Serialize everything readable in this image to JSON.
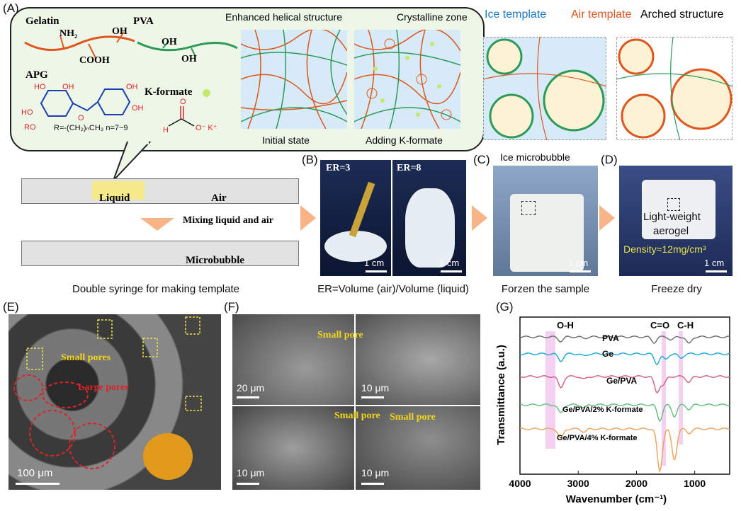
{
  "panels": {
    "a": "(A)",
    "b": "(B)",
    "c": "(C)",
    "d": "(D)",
    "e": "(E)",
    "f": "(F)",
    "g": "(G)"
  },
  "panelA": {
    "gelatin": "Gelatin",
    "nh2": "NH₂",
    "oh1": "OH",
    "cooh": "COOH",
    "pva": "PVA",
    "oh2": "OH",
    "oh3": "OH",
    "apg": "APG",
    "apg_formula": "R=-(CH₂)ₙCH₃  n=7~9",
    "ro": "RO",
    "kformate": "K-formate",
    "k_plus": "O⁻ K⁺",
    "h": "H",
    "o": "O",
    "enhanced": "Enhanced helical structure",
    "crystalline": "Crystalline zone",
    "initial": "Initial state",
    "adding": "Adding K-formate",
    "liquid": "Liquid",
    "air": "Air",
    "mixing": "Mixing liquid and air",
    "microbubble": "Microbubble",
    "double_syringe": "Double syringe for making template"
  },
  "panelTop": {
    "ice_template": "Ice template",
    "air_template": "Air template",
    "arched": "Arched structure"
  },
  "panelB": {
    "er3": "ER=3",
    "er8": "ER=8",
    "scale1": "1 cm",
    "scale2": "1 cm",
    "caption": "ER=Volume (air)/Volume (liquid)"
  },
  "panelC": {
    "ice_micro": "Ice microbubble",
    "scale": "1 cm",
    "caption": "Forzen the sample"
  },
  "panelD": {
    "lw1": "Light-weight",
    "lw2": "aerogel",
    "density": "Density≈12mg/cm³",
    "scale": "1 cm",
    "caption": "Freeze dry"
  },
  "panelE": {
    "small": "Small pores",
    "large": "Large pores",
    "scale": "100 μm"
  },
  "panelF": {
    "small1": "Small pore",
    "small2": "Small pore",
    "small3": "Small pore",
    "s1": "20 μm",
    "s2": "10 μm",
    "s3": "10 μm",
    "s4": "10 μm"
  },
  "chart_data": {
    "type": "line",
    "title": "",
    "xlabel": "Wavenumber (cm⁻¹)",
    "ylabel": "Transmittance (a.u.)",
    "xlim": [
      4000,
      400
    ],
    "xticks": [
      4000,
      3000,
      2000,
      1000
    ],
    "annotations": [
      "O-H",
      "C=O",
      "C-H"
    ],
    "series": [
      {
        "name": "PVA",
        "color": "#6b6b6b"
      },
      {
        "name": "Ge",
        "color": "#1aa7d8"
      },
      {
        "name": "Ge/PVA",
        "color": "#d25a86"
      },
      {
        "name": "Ge/PVA/2% K-formate",
        "color": "#5dbf7a"
      },
      {
        "name": "Ge/PVA/4% K-formate",
        "color": "#f0a05a"
      }
    ]
  }
}
